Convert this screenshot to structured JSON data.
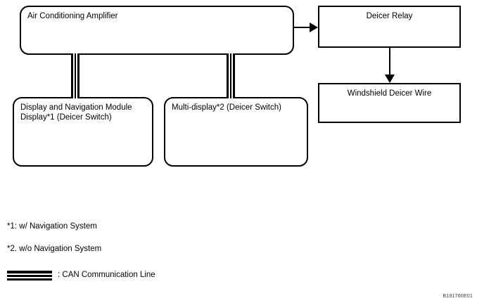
{
  "diagram": {
    "boxes": {
      "amplifier": {
        "label": "Air Conditioning Amplifier"
      },
      "relay": {
        "label": "Deicer Relay"
      },
      "wire": {
        "label": "Windshield Deicer Wire"
      },
      "nav_display": {
        "label": "Display and Navigation Module\nDisplay*1 (Deicer Switch)"
      },
      "multi_display": {
        "label": "Multi-display*2 (Deicer Switch)"
      }
    },
    "connectors": {
      "can_bus_left": "can-bus-line",
      "can_bus_right": "can-bus-line",
      "amplifier_to_relay": "arrow-right",
      "relay_to_wire": "arrow-down"
    }
  },
  "legend": {
    "footnote_1": "*1: w/ Navigation System",
    "footnote_2": "*2. w/o Navigation System",
    "can_line_label": ": CAN Communication Line",
    "can_line_symbol": "triple-bar-line"
  },
  "part_code": "B191760E01",
  "colors": {
    "line": "#000000",
    "background": "#ffffff",
    "part_code": "#3a3a3a"
  }
}
